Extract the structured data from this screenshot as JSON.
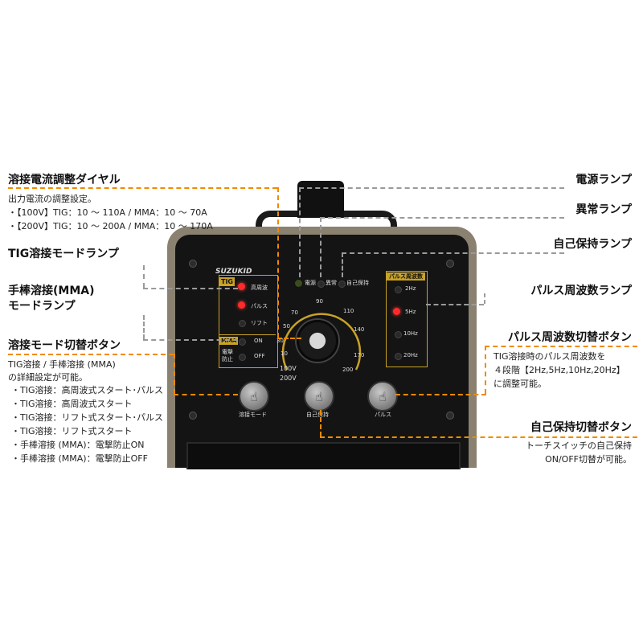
{
  "left": {
    "dial_title": "溶接電流調整ダイヤル",
    "dial_lines": [
      "出力電流の調整設定。",
      "・【100V】TIG：10 ～ 110A / MMA：10 ～ 70A",
      "・【200V】TIG：10 ～ 200A / MMA：10 ～ 170A"
    ],
    "tig_lamp_title": "TIG溶接モードランプ",
    "mma_lamp_title_1": "手棒溶接(MMA)",
    "mma_lamp_title_2": "モードランプ",
    "mode_btn_title": "溶接モード切替ボタン",
    "mode_btn_lines": [
      "TIG溶接 / 手棒溶接 (MMA)",
      "の詳細設定が可能。",
      "・TIG溶接：高周波式スタート･パルス",
      "・TIG溶接：高周波式スタート",
      "・TIG溶接：リフト式スタート･パルス",
      "・TIG溶接：リフト式スタート",
      "・手棒溶接 (MMA)：電撃防止ON",
      "・手棒溶接 (MMA)：電撃防止OFF"
    ]
  },
  "right": {
    "power_lamp": "電源ランプ",
    "error_lamp": "異常ランプ",
    "self_hold_lamp": "自己保持ランプ",
    "pulse_freq_lamp": "パルス周波数ランプ",
    "pulse_btn_title": "パルス周波数切替ボタン",
    "pulse_btn_lines": [
      "TIG溶接時のパルス周波数を",
      "４段階【2Hz,5Hz,10Hz,20Hz】",
      "に調整可能。"
    ],
    "self_hold_btn_title": "自己保持切替ボタン",
    "self_hold_btn_lines": [
      "トーチスイッチの自己保持",
      "ON/OFF切替が可能。"
    ]
  },
  "panel": {
    "brand": "SUZUKID",
    "status_labels": [
      "電源",
      "異常",
      "自己保持"
    ],
    "tig_tag": "TIG",
    "tig_items": [
      "高周波",
      "パルス",
      "リフト"
    ],
    "mma_tag": "MMA",
    "mma_sub": "電撃防止",
    "mma_items": [
      "ON",
      "OFF"
    ],
    "dial_scale": [
      "10",
      "30",
      "50",
      "70",
      "90",
      "110",
      "140",
      "170",
      "200"
    ],
    "voltage": [
      "100V",
      "200V"
    ],
    "pulse_header": "パルス周波数",
    "pulse_items": [
      "2Hz",
      "5Hz",
      "10Hz",
      "20Hz"
    ],
    "buttons": [
      "溶接モード",
      "自己保持",
      "パルス"
    ]
  },
  "colors": {
    "accent": "#f08a00",
    "panel_gold": "#c9a227",
    "led_on": "#ff2a2a"
  }
}
